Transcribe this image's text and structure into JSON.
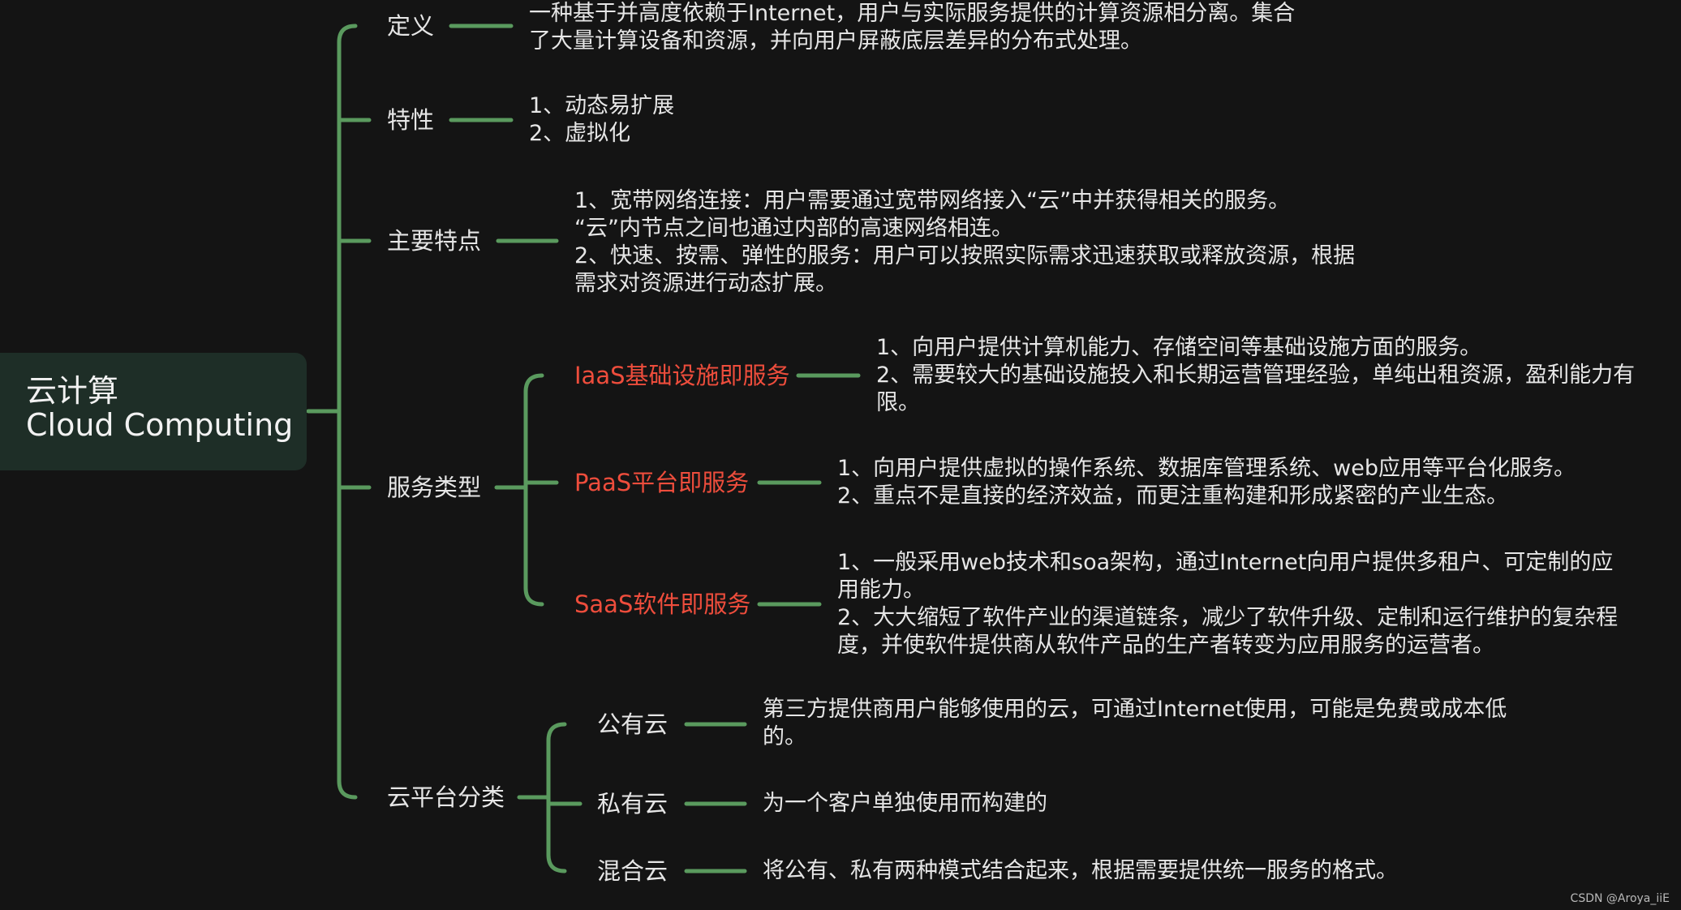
{
  "colors": {
    "background": "#141414",
    "connector": "#5a9a5e",
    "root_fill": "#1e2e27",
    "highlight": "#ee4d3c"
  },
  "root": {
    "line1": "云计算",
    "line2": "Cloud Computing"
  },
  "branches": {
    "definition": {
      "label": "定义",
      "text": [
        "一种基于并高度依赖于Internet，用户与实际服务提供的计算资源相分离。集合",
        "了大量计算设备和资源，并向用户屏蔽底层差异的分布式处理。"
      ]
    },
    "traits": {
      "label": "特性",
      "text": [
        "1、动态易扩展",
        "2、虚拟化"
      ]
    },
    "features": {
      "label": "主要特点",
      "text": [
        "1、宽带网络连接：用户需要通过宽带网络接入“云”中并获得相关的服务。",
        "“云”内节点之间也通过内部的高速网络相连。",
        "2、快速、按需、弹性的服务：用户可以按照实际需求迅速获取或释放资源，根据",
        "需求对资源进行动态扩展。"
      ]
    },
    "service_types": {
      "label": "服务类型",
      "iaas": {
        "label": "IaaS基础设施即服务",
        "text": [
          "1、向用户提供计算机能力、存储空间等基础设施方面的服务。",
          "2、需要较大的基础设施投入和长期运营管理经验，单纯出租资源，盈利能力有",
          "限。"
        ]
      },
      "paas": {
        "label": "PaaS平台即服务",
        "text": [
          "1、向用户提供虚拟的操作系统、数据库管理系统、web应用等平台化服务。",
          "2、重点不是直接的经济效益，而更注重构建和形成紧密的产业生态。"
        ]
      },
      "saas": {
        "label": "SaaS软件即服务",
        "text": [
          "1、一般采用web技术和soa架构，通过Internet向用户提供多租户、可定制的应",
          "用能力。",
          "2、大大缩短了软件产业的渠道链条，减少了软件升级、定制和运行维护的复杂程",
          "度，并使软件提供商从软件产品的生产者转变为应用服务的运营者。"
        ]
      }
    },
    "platforms": {
      "label": "云平台分类",
      "public": {
        "label": "公有云",
        "text": [
          "第三方提供商用户能够使用的云，可通过Internet使用，可能是免费或成本低",
          "的。"
        ]
      },
      "private": {
        "label": "私有云",
        "text": [
          "为一个客户单独使用而构建的"
        ]
      },
      "hybrid": {
        "label": "混合云",
        "text": [
          "将公有、私有两种模式结合起来，根据需要提供统一服务的格式。"
        ]
      }
    }
  },
  "watermark": "CSDN @Aroya_iiE"
}
